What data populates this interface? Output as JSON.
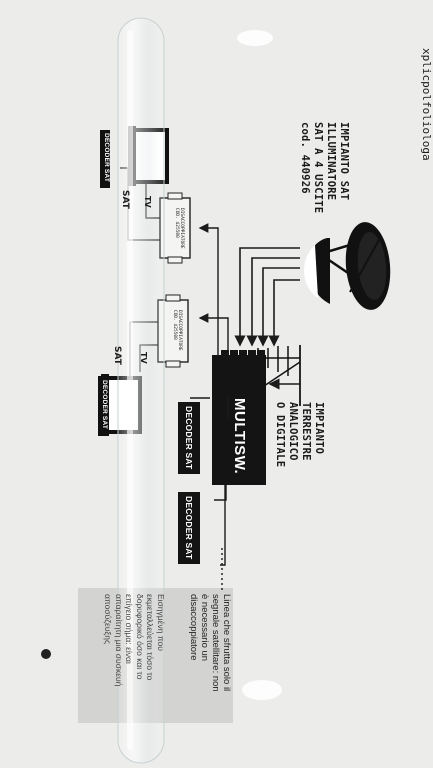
{
  "top_fragment": "xplicpolfoliologa",
  "title": {
    "line1": "IMPIANTO SAT",
    "line2": "ILLUMINATORE",
    "line3": "SAT A 4 USCITE",
    "line4": "cod. 440926"
  },
  "terrestrial": {
    "line1": "IMPIANTO",
    "line2": "TERRESTRE",
    "line3": "ANALOGICO",
    "line4": "O DIGITALE"
  },
  "multiswitch_label": "MULTISW.",
  "decoder_label": "DECODER SAT",
  "sat_label": "SAT",
  "tv_label": "TV",
  "splitter_label": {
    "line1": "DISACCOPPIATORE",
    "line2": "COD. 425500"
  },
  "note_top": {
    "line1": "Linea che sfrutta solo il",
    "line2": "segnale satellitare: non",
    "line3": "è necessario un",
    "line4": "disaccoppiatore"
  },
  "note_bottom": {
    "line1": "Εισηγμένη που",
    "line2": "εκμεταλλεύεται τόσο το",
    "line3": "δορυφορικό όσο και το",
    "line4": "επίγειο σήμα: είναι",
    "line5": "απαραίτητη μια συσκευή",
    "line6": "αποσύζευξης"
  },
  "colors": {
    "background": "#ecedeb",
    "ink": "#1b1b1b",
    "note_box": "#d3d3d1",
    "tube": "#e8eef0"
  }
}
